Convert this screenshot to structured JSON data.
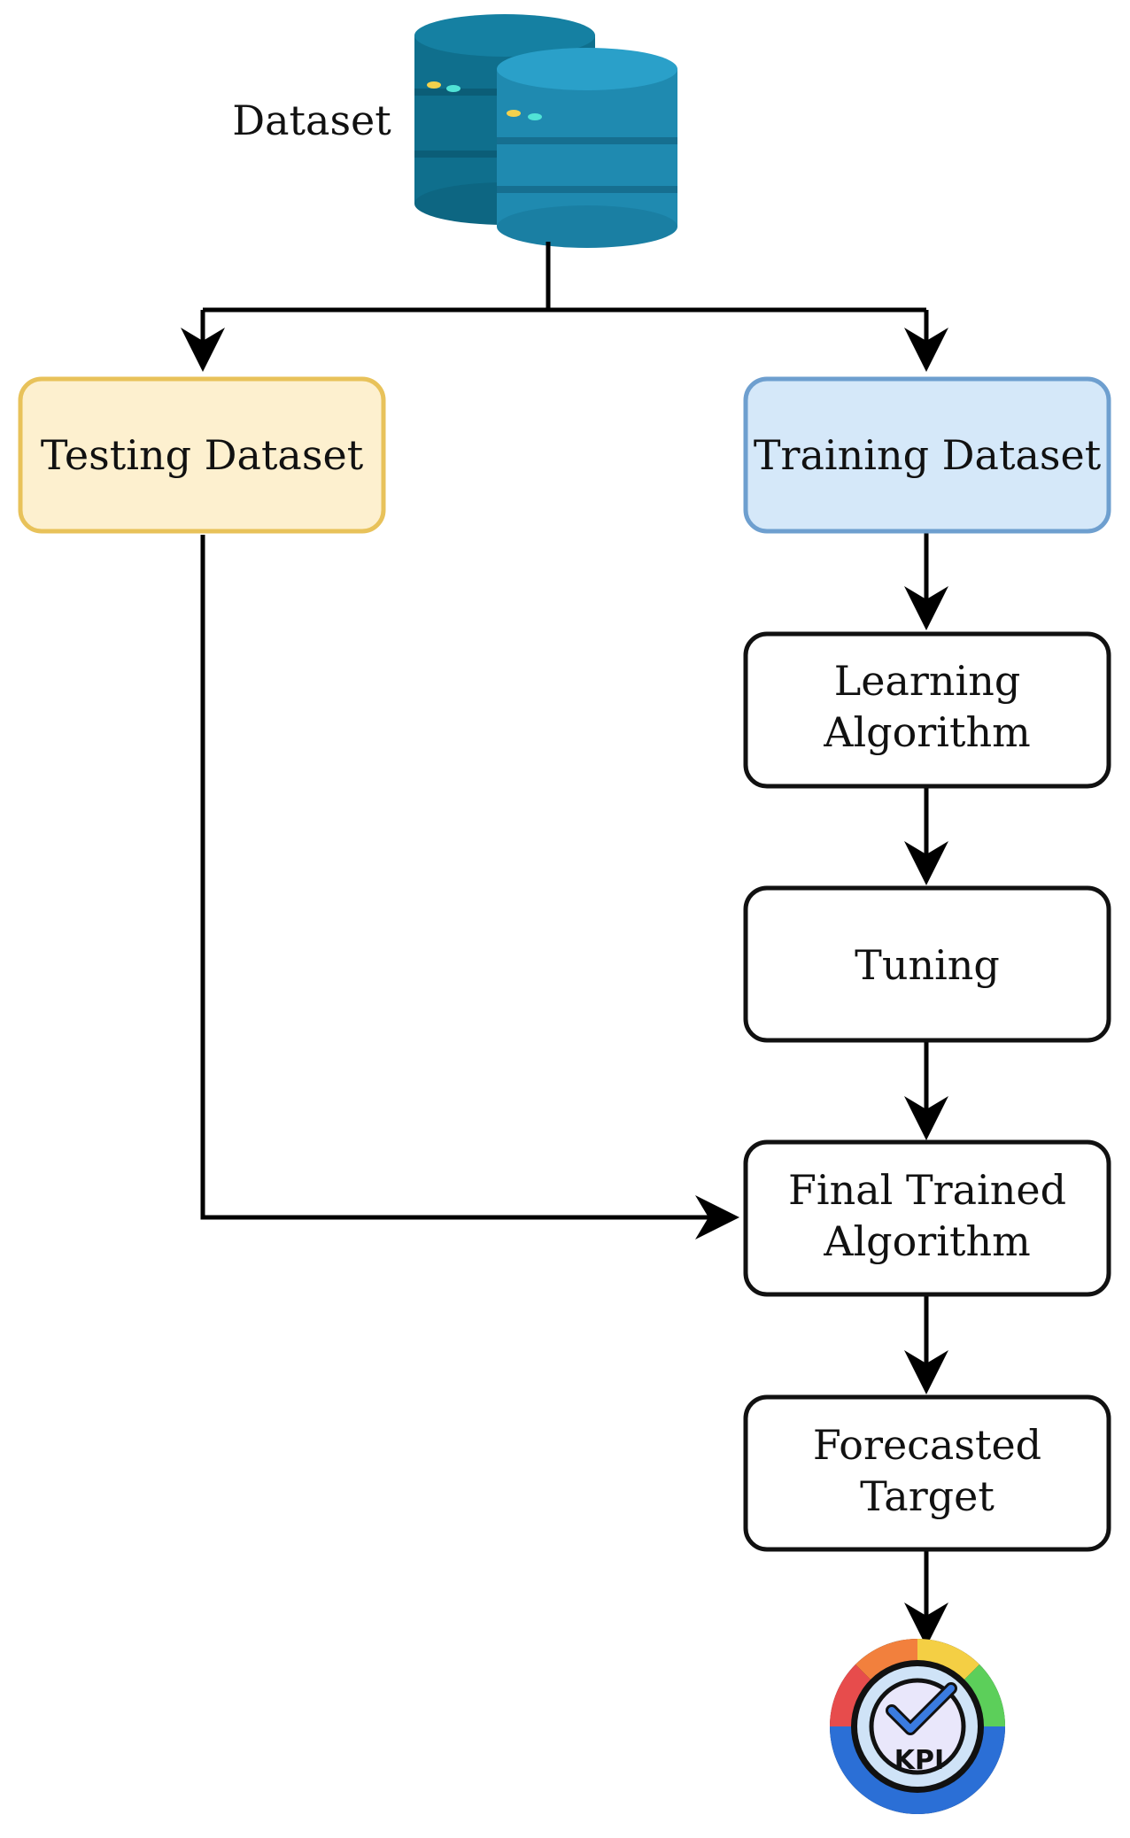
{
  "diagram": {
    "dataset_label": "Dataset",
    "testing_dataset": "Testing Dataset",
    "training_dataset": "Training Dataset",
    "learning_algorithm": [
      "Learning",
      "Algorithm"
    ],
    "tuning": "Tuning",
    "final_trained_algorithm": [
      "Final Trained",
      "Algorithm"
    ],
    "forecasted_target": [
      "Forecasted",
      "Target"
    ],
    "kpi_label": "KPI"
  },
  "colors": {
    "testing_fill": "#fdf0cf",
    "testing_border": "#e8c25a",
    "training_fill": "#d5e8f9",
    "training_border": "#6e9fcf",
    "node_border": "#111111",
    "database_dark": "#0f6f8d",
    "database_light": "#1f8ab0"
  },
  "icons": {
    "database": "database-icon",
    "kpi": "kpi-gauge-icon"
  }
}
